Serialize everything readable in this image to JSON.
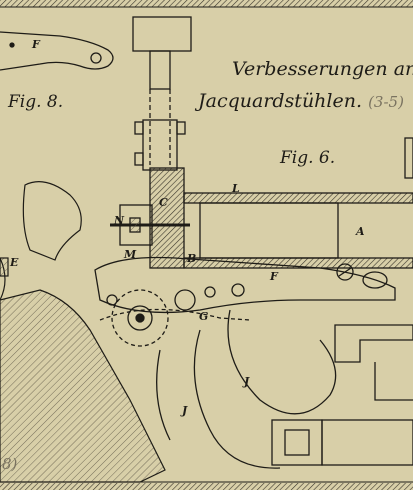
{
  "title": {
    "line1": "Verbesserungen an",
    "line2_main": "Jacquardstühlen.",
    "line2_ref": "(3-5)"
  },
  "figures": {
    "fig8_caption": "Fig. 8.",
    "fig6_caption": "Fig. 6.",
    "partial_ref": "8)"
  },
  "part_labels": {
    "F_top": "F",
    "L": "L",
    "C": "C",
    "N": "N",
    "A": "A",
    "M": "M",
    "B": "B",
    "E": "E",
    "F_lower": "F",
    "G": "G",
    "J_upper": "J",
    "J_lower": "J"
  },
  "colors": {
    "paper": "#d8cfa8",
    "ink": "#1e1c17",
    "hatch": "#3a362c"
  }
}
